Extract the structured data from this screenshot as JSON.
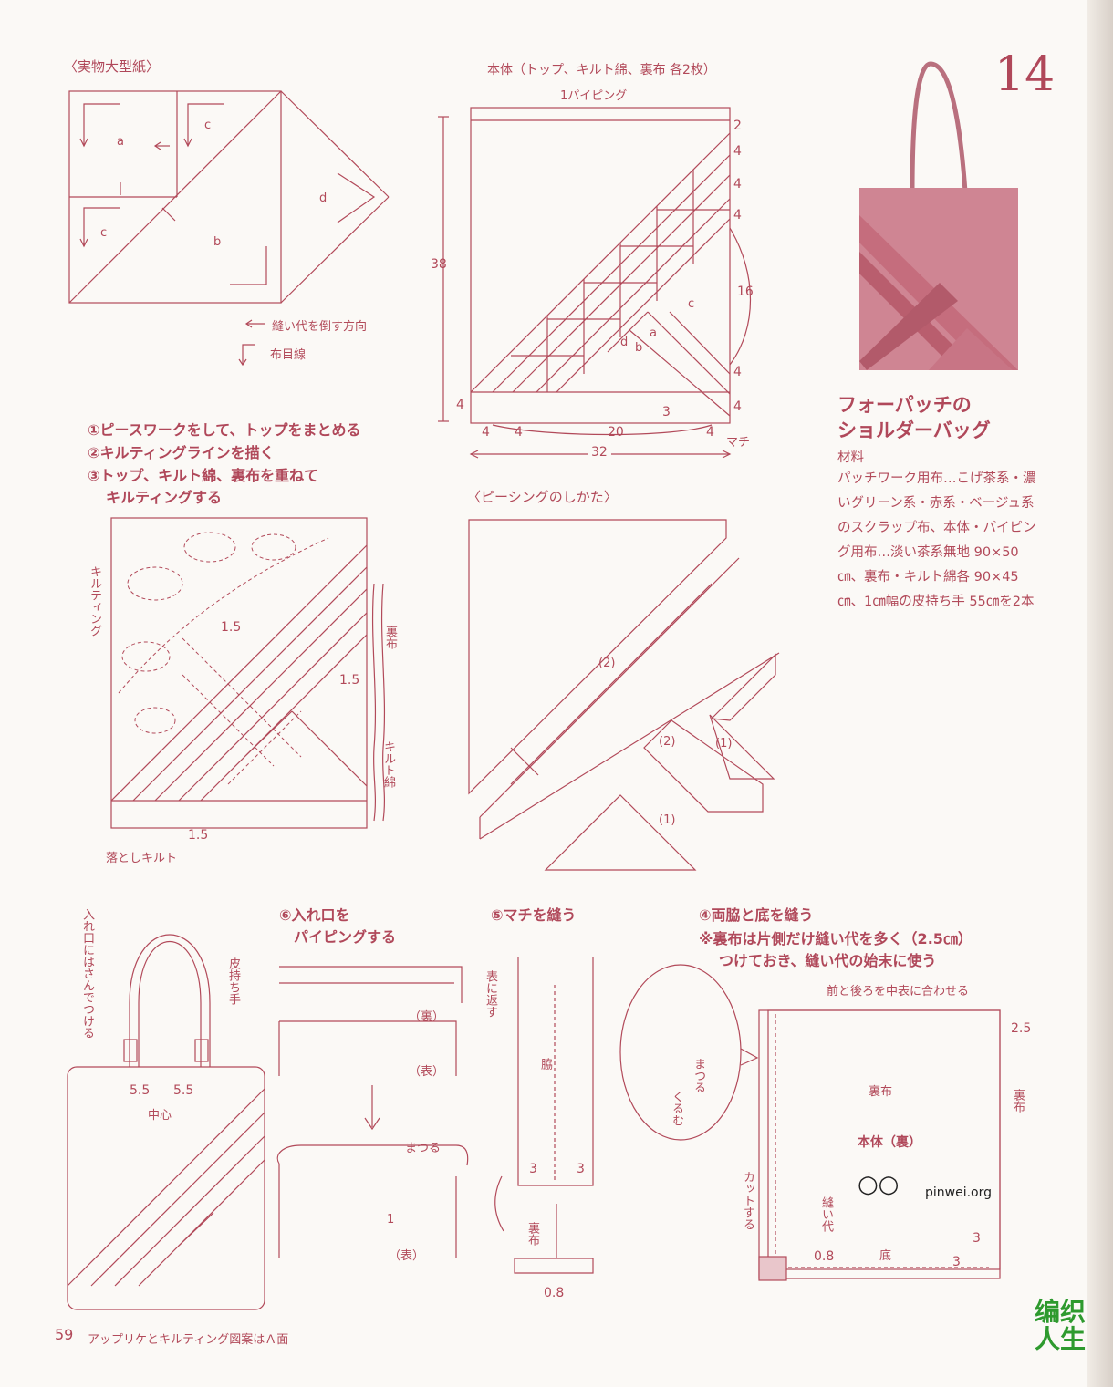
{
  "page": {
    "number": "59",
    "footer_note": "アップリケとキルティング図案はＡ面",
    "pattern_number": "14"
  },
  "colors": {
    "line": "#b24a5a",
    "accent": "#c96a7a",
    "paper": "#fbf9f6",
    "bag": "#cf8593"
  },
  "full_size_pattern": {
    "title": "〈実物大型紙〉",
    "pieces": [
      "a",
      "b",
      "c",
      "c",
      "d"
    ],
    "legend": [
      "縫い代を倒す方向",
      "布目線"
    ]
  },
  "body_panel": {
    "title": "本体（トップ、キルト綿、裏布 各2枚）",
    "piping_label": "1パイピング",
    "height": "38",
    "width": "32",
    "right_dims": [
      "2",
      "4",
      "4",
      "4",
      "16",
      "4",
      "4"
    ],
    "bottom_dims": [
      "4",
      "4",
      "20",
      "3",
      "4"
    ],
    "left_dim": "4",
    "gusset_label": "マチ",
    "pieces": [
      "a",
      "b",
      "c",
      "d"
    ]
  },
  "steps_1_3": [
    "①ピースワークをして、トップをまとめる",
    "②キルティングラインを描く",
    "③トップ、キルト綿、裏布を重ねて",
    "キルティングする"
  ],
  "quilting_diagram": {
    "quilting_label": "キルティング",
    "lining_label": "裏布",
    "batting_label": "キルト綿",
    "stitch_in_ditch": "落としキルト",
    "spacing": [
      "1.5",
      "1.5",
      "1.5"
    ]
  },
  "piecing": {
    "title": "〈ピーシングのしかた〉",
    "order_labels": [
      "(2)",
      "(2)",
      "(1)",
      "(1)"
    ]
  },
  "product": {
    "title_line1": "フォーパッチの",
    "title_line2": "ショルダーバッグ",
    "materials_heading": "材料",
    "materials_text": "パッチワーク用布…こげ茶系・濃いグリーン系・赤系・ベージュ系のスクラップ布、本体・パイピング用布…淡い茶系無地 90×50㎝、裏布・キルト綿各 90×45㎝、1㎝幅の皮持ち手 55㎝を2本"
  },
  "finished_bag": {
    "insert_note": "入れ口にはさんでつける",
    "handle_label": "皮持ち手",
    "center_label": "中心",
    "offsets": [
      "5.5",
      "5.5"
    ]
  },
  "step6": {
    "title_line1": "⑥入れ口を",
    "title_line2": "パイピングする",
    "turn_label": "表に返す",
    "back_label": "（裏）",
    "front_label": "（表）",
    "front_label2": "（表）",
    "whip_label": "まつる",
    "one": "1"
  },
  "step5": {
    "title": "⑤マチを縫う",
    "side_label": "脇",
    "lining_label": "裏布",
    "dims": [
      "3",
      "3"
    ],
    "seam": "0.8"
  },
  "step4": {
    "title": "④両脇と底を縫う",
    "note_line1": "※裏布は片側だけ縫い代を多く（2.5㎝）",
    "note_line2": "つけておき、縫い代の始末に使う",
    "detail_whip": "まつる",
    "detail_wrap": "くるむ",
    "align_label": "前と後ろを中表に合わせる",
    "allowance": "2.5",
    "lining_side": "裏布",
    "lining_label": "裏布",
    "body_label": "本体（裏）",
    "cut_label": "カットする",
    "seam_allowance": "縫い代",
    "seam_value": "0.8",
    "bottom_label": "底",
    "dims": [
      "3",
      "3"
    ]
  },
  "watermark": {
    "site": "pinwei.org",
    "logo_text": "编织人生"
  }
}
